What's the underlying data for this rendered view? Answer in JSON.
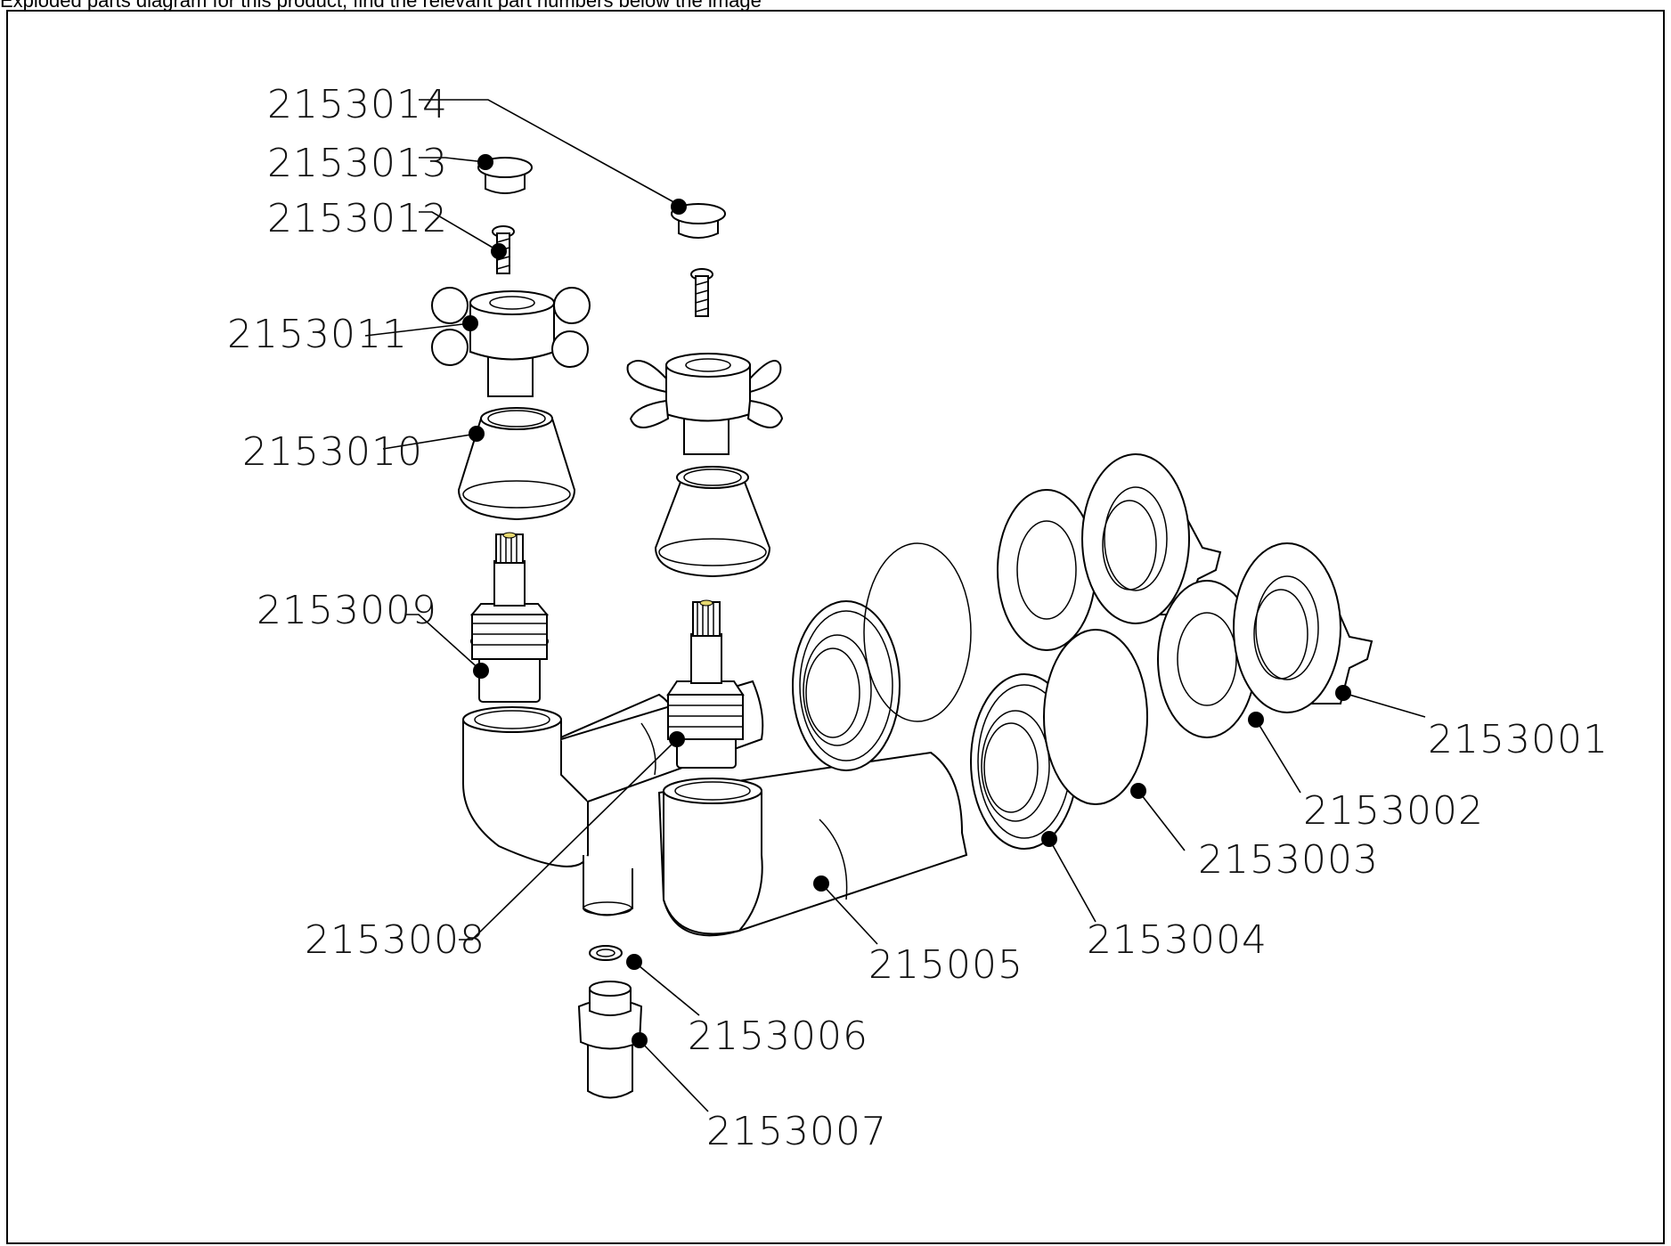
{
  "header": {
    "text": "Exploded parts diagram for this product, find the relevant part numbers below the image"
  },
  "parts": [
    {
      "id": "2153001"
    },
    {
      "id": "2153002"
    },
    {
      "id": "2153003"
    },
    {
      "id": "2153004"
    },
    {
      "id": "215005"
    },
    {
      "id": "2153006"
    },
    {
      "id": "2153007"
    },
    {
      "id": "2153008"
    },
    {
      "id": "2153009"
    },
    {
      "id": "2153010"
    },
    {
      "id": "2153011"
    },
    {
      "id": "2153012"
    },
    {
      "id": "2153013"
    },
    {
      "id": "2153014"
    }
  ]
}
